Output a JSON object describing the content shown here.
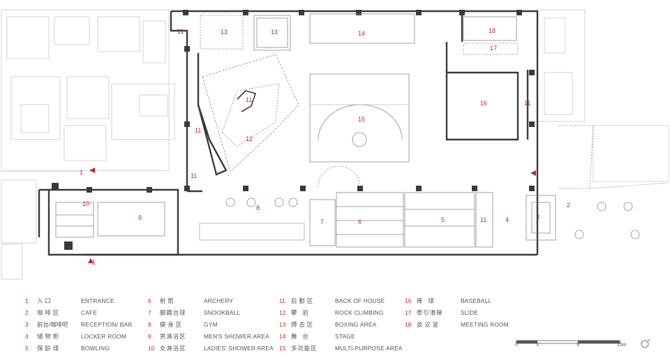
{
  "rooms": [
    {
      "no": "1",
      "zh": "入口",
      "en": "ENTRANCE"
    },
    {
      "no": "2",
      "zh": "咖啡区",
      "en": "CAFE"
    },
    {
      "no": "3",
      "zh": "前台/咖啡吧",
      "en": "RECEPTION/ BAR"
    },
    {
      "no": "4",
      "zh": "储物柜",
      "en": "LOCKER ROOM"
    },
    {
      "no": "5",
      "zh": "保龄球",
      "en": "BOWLING"
    },
    {
      "no": "6",
      "zh": "射箭",
      "en": "ARCHERY"
    },
    {
      "no": "7",
      "zh": "脚踢台球",
      "en": "SNOOKBALL"
    },
    {
      "no": "8",
      "zh": "健身区",
      "en": "GYM"
    },
    {
      "no": "9",
      "zh": "男淋浴区",
      "en": "MEN'S SHOWER AREA"
    },
    {
      "no": "10",
      "zh": "女淋浴区",
      "en": "LADIES' SHOWER AREA"
    },
    {
      "no": "11",
      "zh": "后勤区",
      "en": "BACK OF HOUSE"
    },
    {
      "no": "12",
      "zh": "攀岩",
      "en": "ROCK CLIMBING"
    },
    {
      "no": "13",
      "zh": "搏击区",
      "en": "BOXING AREA"
    },
    {
      "no": "14",
      "zh": "舞台",
      "en": "STAGE"
    },
    {
      "no": "15",
      "zh": "多功能区",
      "en": "MULTI-PURPOSE AREA"
    },
    {
      "no": "16",
      "zh": "棒球",
      "en": "BASEBALL"
    },
    {
      "no": "17",
      "zh": "牵引滑梯",
      "en": "SLIDE"
    },
    {
      "no": "18",
      "zh": "会议室",
      "en": "MEETING ROOM"
    }
  ],
  "plan_labels": [
    "11",
    "13",
    "13",
    "14",
    "18",
    "17",
    "11",
    "16",
    "11",
    "15",
    "11",
    "12",
    "11",
    "1",
    "10",
    "9",
    "8",
    "7",
    "6",
    "5",
    "11",
    "4",
    "3",
    "2",
    "1"
  ],
  "scale_bar": {
    "ticks": [
      "0",
      "3",
      "9",
      "15m"
    ]
  },
  "north_icon": "north-arrow-icon",
  "entrance_icon": "entrance-arrow-icon",
  "colors": {
    "label": "#d61f26",
    "wall": "#3a3a3a",
    "context": "#bdbdbd",
    "text": "#555555"
  }
}
